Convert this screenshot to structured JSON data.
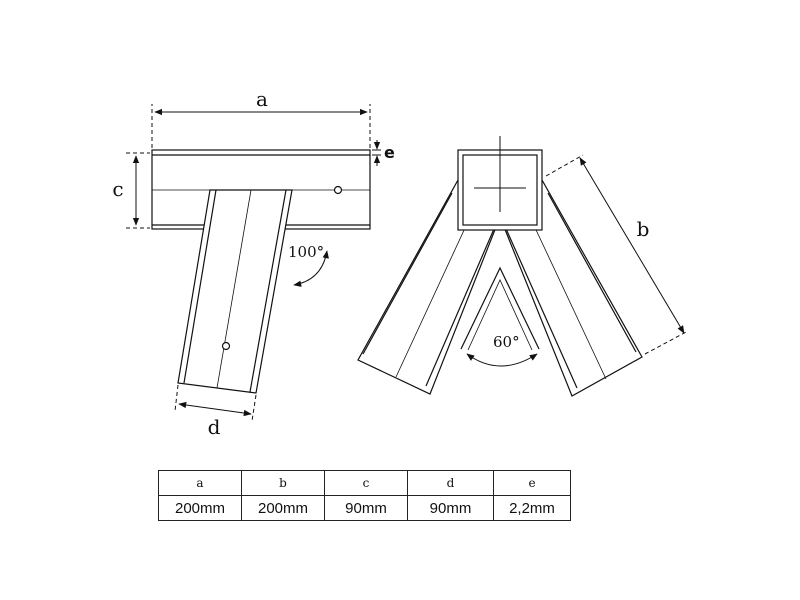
{
  "labels": {
    "a": "a",
    "b": "b",
    "c": "c",
    "d": "d",
    "e": "e",
    "angle_left": "100°",
    "angle_right": "60°"
  },
  "table": {
    "headers": [
      "a",
      "b",
      "c",
      "d",
      "e"
    ],
    "values": [
      "200mm",
      "200mm",
      "90mm",
      "90mm",
      "2,2mm"
    ]
  }
}
